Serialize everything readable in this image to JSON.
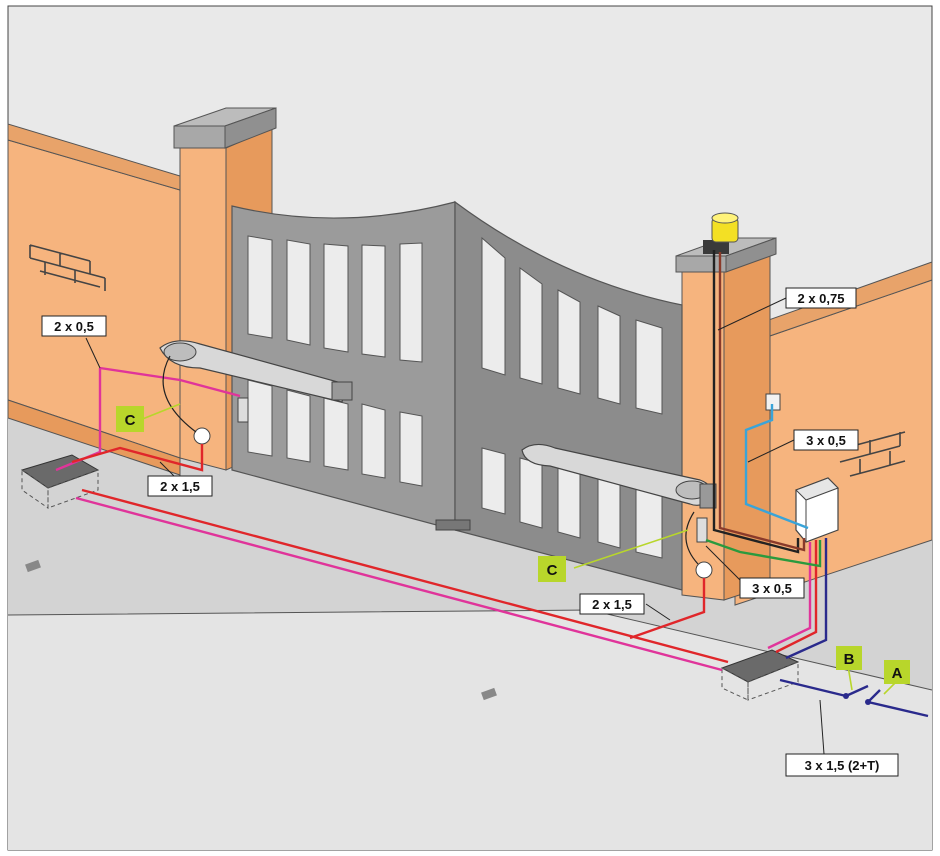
{
  "cable_labels": {
    "left_top": "2 x 0,5",
    "left_bottom": "2 x 1,5",
    "lamp": "2 x 0,75",
    "photocell": "3 x 0,5",
    "right_actuator_signal": "3 x 0,5",
    "center_bottom": "2 x 1,5",
    "mains": "3 x 1,5 (2+T)"
  },
  "letter_tags": {
    "c_left": "C",
    "c_right": "C",
    "b": "B",
    "a": "A"
  },
  "colors": {
    "wall": "#f6b47e",
    "wall_dark": "#e79a5c",
    "gate": "#9b9b9b",
    "gate_dark": "#7c7c7c",
    "ground": "#d2d2d2",
    "sky": "#ececec",
    "tag_green": "#b8d62b",
    "cable_red": "#e0262a",
    "cable_pink": "#e0349a",
    "cable_blue": "#2a2a8c",
    "cable_cyan": "#3aa4d8",
    "cable_green": "#2a9a3e",
    "lamp_yellow": "#f3e024"
  }
}
